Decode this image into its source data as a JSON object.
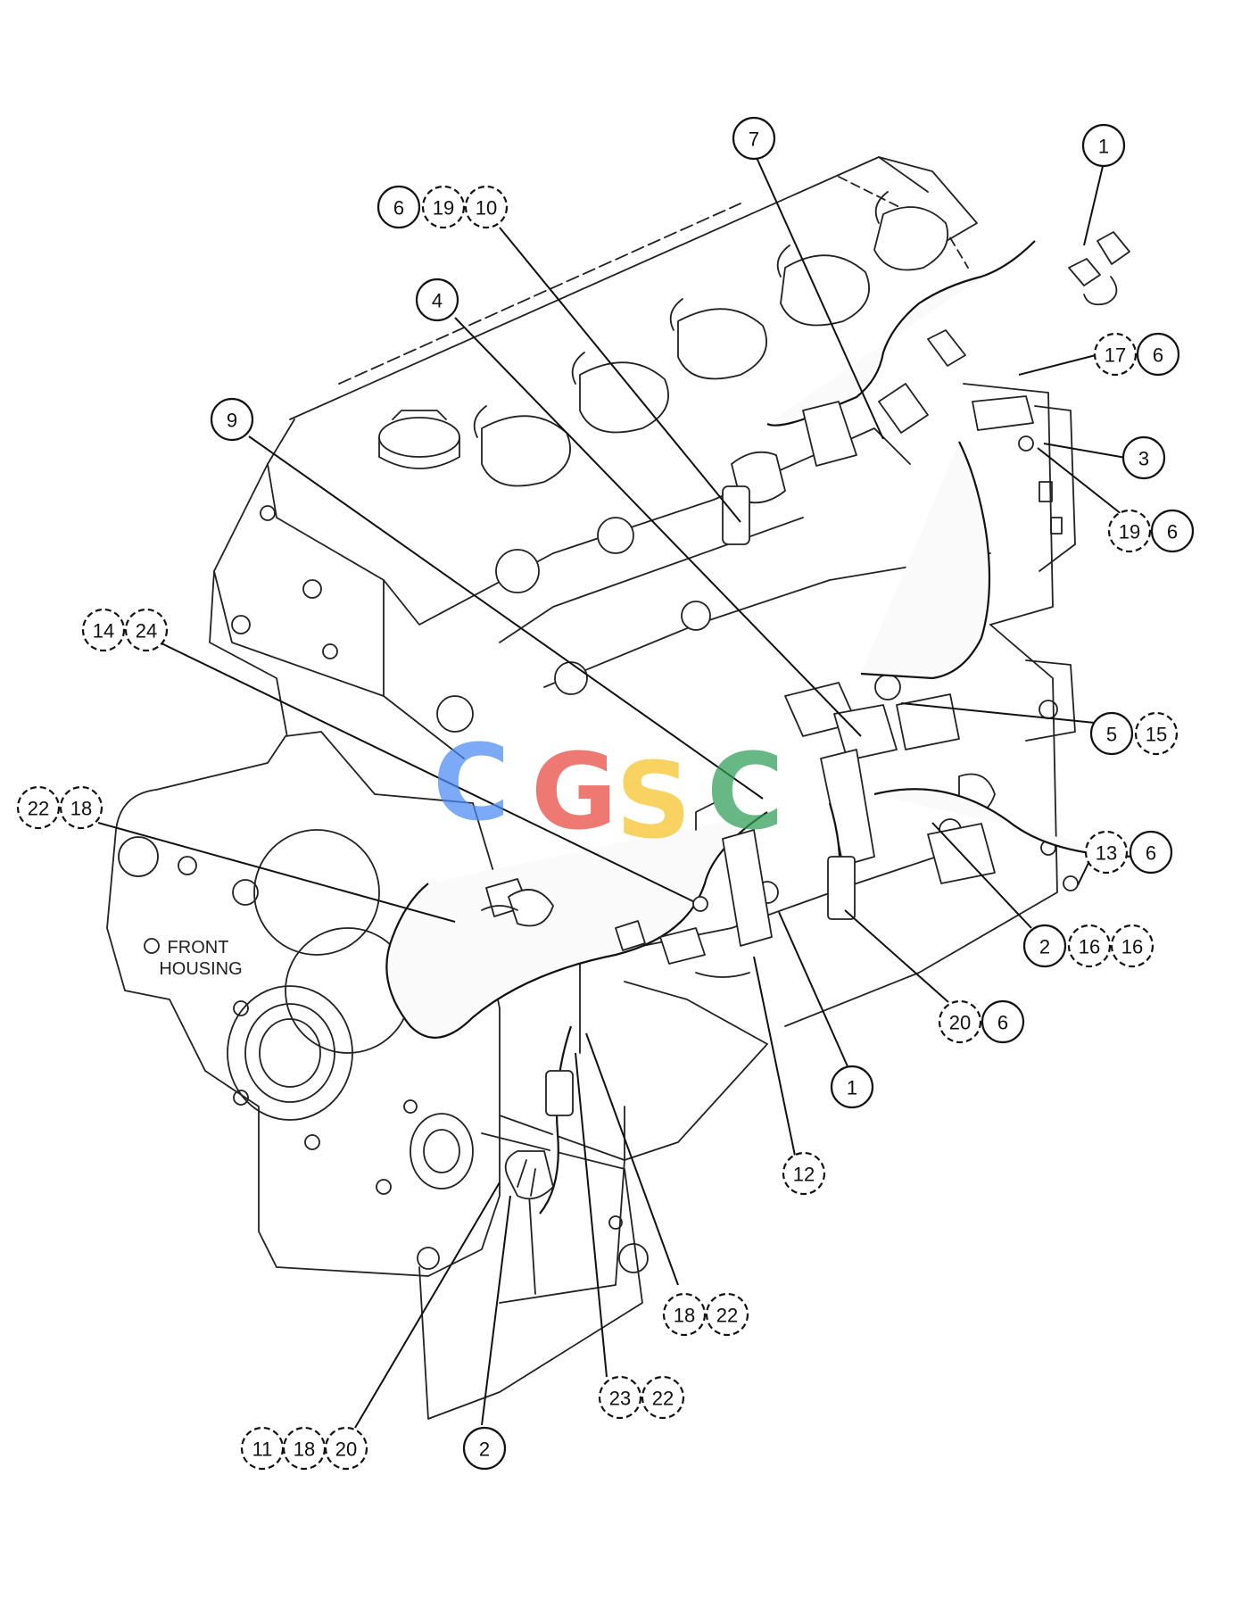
{
  "labels": {
    "front_housing_line1": "FRONT",
    "front_housing_line2": "HOUSING"
  },
  "watermark": {
    "letters": [
      "C",
      "G",
      "S",
      "C"
    ],
    "colors": [
      "#4a8af4",
      "#e8453c",
      "#f7c325",
      "#2e9e55"
    ]
  },
  "callouts": [
    {
      "id": "c7",
      "text": "7",
      "style": "solid"
    },
    {
      "id": "c1-top",
      "text": "1",
      "style": "solid"
    },
    {
      "id": "c6-a",
      "text": "6",
      "style": "solid"
    },
    {
      "id": "c19-a",
      "text": "19",
      "style": "dashed"
    },
    {
      "id": "c10",
      "text": "10",
      "style": "dashed"
    },
    {
      "id": "c4",
      "text": "4",
      "style": "solid"
    },
    {
      "id": "c17",
      "text": "17",
      "style": "dashed"
    },
    {
      "id": "c6-b",
      "text": "6",
      "style": "solid"
    },
    {
      "id": "c9",
      "text": "9",
      "style": "solid"
    },
    {
      "id": "c3",
      "text": "3",
      "style": "solid"
    },
    {
      "id": "c19-b",
      "text": "19",
      "style": "dashed"
    },
    {
      "id": "c6-c",
      "text": "6",
      "style": "solid"
    },
    {
      "id": "c14",
      "text": "14",
      "style": "dashed"
    },
    {
      "id": "c24-a",
      "text": "24",
      "style": "dashed"
    },
    {
      "id": "c5",
      "text": "5",
      "style": "solid"
    },
    {
      "id": "c15",
      "text": "15",
      "style": "dashed"
    },
    {
      "id": "c22-a",
      "text": "22",
      "style": "dashed"
    },
    {
      "id": "c18-a",
      "text": "18",
      "style": "dashed"
    },
    {
      "id": "c13",
      "text": "13",
      "style": "dashed"
    },
    {
      "id": "c6-d",
      "text": "6",
      "style": "solid"
    },
    {
      "id": "c2-a",
      "text": "2",
      "style": "solid"
    },
    {
      "id": "c16-a",
      "text": "16",
      "style": "dashed"
    },
    {
      "id": "c16-b",
      "text": "16",
      "style": "dashed"
    },
    {
      "id": "c20-a",
      "text": "20",
      "style": "dashed"
    },
    {
      "id": "c6-e",
      "text": "6",
      "style": "solid"
    },
    {
      "id": "c1-mid",
      "text": "1",
      "style": "solid"
    },
    {
      "id": "c12",
      "text": "12",
      "style": "dashed"
    },
    {
      "id": "c18-b",
      "text": "18",
      "style": "dashed"
    },
    {
      "id": "c22-b",
      "text": "22",
      "style": "dashed"
    },
    {
      "id": "c23",
      "text": "23",
      "style": "dashed"
    },
    {
      "id": "c22-c",
      "text": "22",
      "style": "dashed"
    },
    {
      "id": "c11",
      "text": "11",
      "style": "dashed"
    },
    {
      "id": "c18-c",
      "text": "18",
      "style": "dashed"
    },
    {
      "id": "c20-b",
      "text": "20",
      "style": "dashed"
    },
    {
      "id": "c2-b",
      "text": "2",
      "style": "solid"
    }
  ]
}
